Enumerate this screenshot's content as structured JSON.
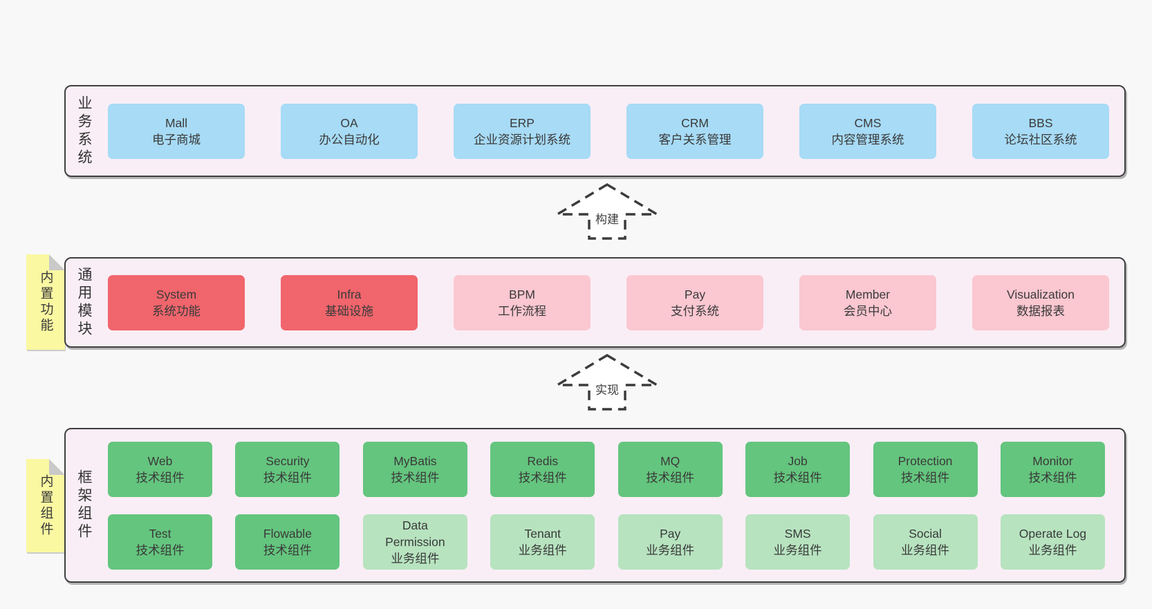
{
  "colors": {
    "page_background": "#f8f8f8",
    "section_background": "#f9eef6",
    "section_border": "#3f3f3f",
    "blue_box": "#a7dbf6",
    "red_box": "#f1656c",
    "pink_box": "#fbc7d1",
    "green_dark_box": "#64c57e",
    "green_light_box": "#b7e3bf",
    "sticky_note": "#faf8a1",
    "note_fold": "#c9c9c9",
    "text": "#3a3a3a"
  },
  "arrows": {
    "build": "构建",
    "implement": "实现"
  },
  "business": {
    "label": "业务系统",
    "boxes": [
      {
        "title": "Mall",
        "subtitle": "电子商城"
      },
      {
        "title": "OA",
        "subtitle": "办公自动化"
      },
      {
        "title": "ERP",
        "subtitle": "企业资源计划系统"
      },
      {
        "title": "CRM",
        "subtitle": "客户关系管理"
      },
      {
        "title": "CMS",
        "subtitle": "内容管理系统"
      },
      {
        "title": "BBS",
        "subtitle": "论坛社区系统"
      }
    ]
  },
  "modules": {
    "label": "通用模块",
    "note": "内置功能",
    "boxes": [
      {
        "title": "System",
        "subtitle": "系统功能"
      },
      {
        "title": "Infra",
        "subtitle": "基础设施"
      },
      {
        "title": "BPM",
        "subtitle": "工作流程"
      },
      {
        "title": "Pay",
        "subtitle": "支付系统"
      },
      {
        "title": "Member",
        "subtitle": "会员中心"
      },
      {
        "title": "Visualization",
        "subtitle": "数据报表"
      }
    ]
  },
  "components": {
    "label": "框架组件",
    "note": "内置组件",
    "row1": [
      {
        "title": "Web",
        "subtitle": "技术组件"
      },
      {
        "title": "Security",
        "subtitle": "技术组件"
      },
      {
        "title": "MyBatis",
        "subtitle": "技术组件"
      },
      {
        "title": "Redis",
        "subtitle": "技术组件"
      },
      {
        "title": "MQ",
        "subtitle": "技术组件"
      },
      {
        "title": "Job",
        "subtitle": "技术组件"
      },
      {
        "title": "Protection",
        "subtitle": "技术组件"
      },
      {
        "title": "Monitor",
        "subtitle": "技术组件"
      }
    ],
    "row2": [
      {
        "title": "Test",
        "subtitle": "技术组件"
      },
      {
        "title": "Flowable",
        "subtitle": "技术组件"
      },
      {
        "title": "Data Permission",
        "subtitle": "业务组件"
      },
      {
        "title": "Tenant",
        "subtitle": "业务组件"
      },
      {
        "title": "Pay",
        "subtitle": "业务组件"
      },
      {
        "title": "SMS",
        "subtitle": "业务组件"
      },
      {
        "title": "Social",
        "subtitle": "业务组件"
      },
      {
        "title": "Operate Log",
        "subtitle": "业务组件"
      }
    ]
  }
}
